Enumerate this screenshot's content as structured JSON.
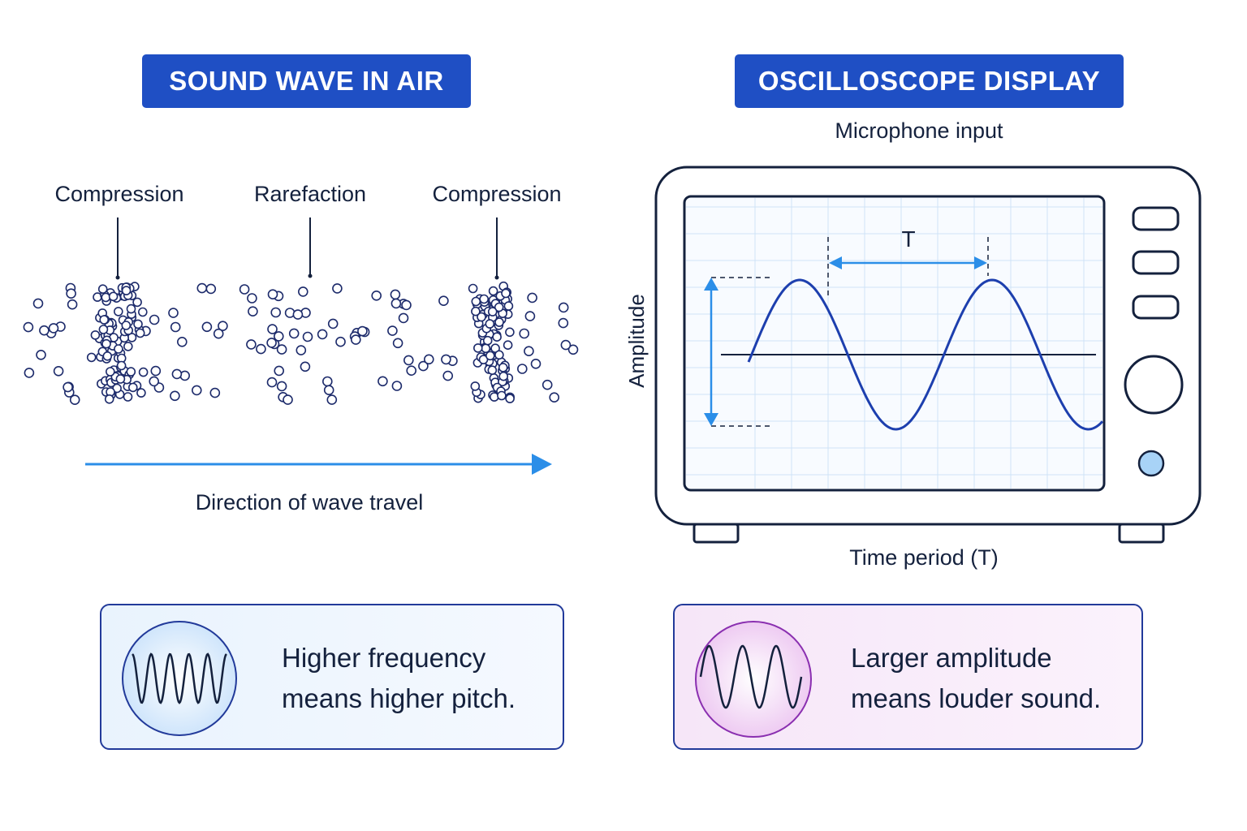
{
  "left_panel": {
    "heading": "SOUND WAVE IN AIR",
    "labels": {
      "compression_1": "Compression",
      "rarefaction": "Rarefaction",
      "compression_2": "Compression"
    },
    "direction_label": "Direction of wave travel"
  },
  "right_panel": {
    "heading": "OSCILLOSCOPE DISPLAY",
    "input_label": "Microphone input",
    "amplitude_label": "Amplitude",
    "period_marker": "T",
    "time_label": "Time period (T)"
  },
  "cards": {
    "frequency": {
      "line1": "Higher frequency",
      "line2": "means higher pitch."
    },
    "amplitude": {
      "line1": "Larger amplitude",
      "line2": "means louder sound."
    }
  },
  "colors": {
    "heading_bg": "#1f4fc4",
    "wave": "#1d3fae",
    "arrow": "#2b8ee8",
    "knob": "#a8d3f7",
    "outline": "#14213d"
  }
}
